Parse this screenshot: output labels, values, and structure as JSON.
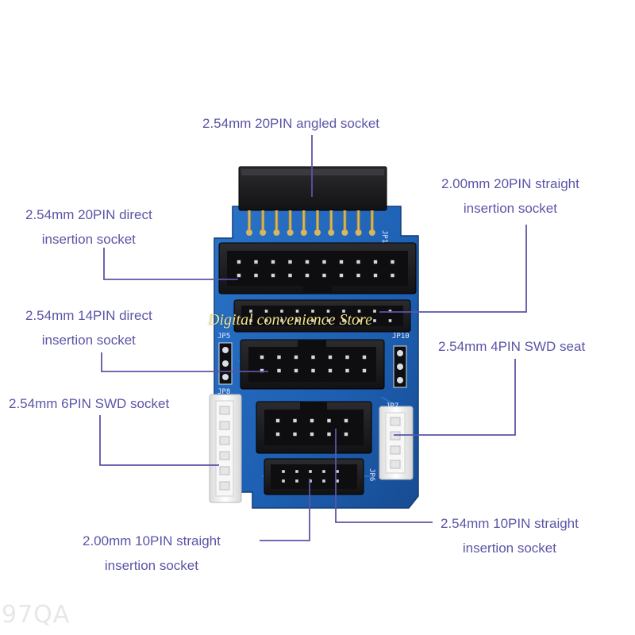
{
  "labels": {
    "angled_20pin": "2.54mm 20PIN angled socket",
    "straight_200_20pin_line1": "2.00mm 20PIN straight",
    "straight_200_20pin_line2": "insertion socket",
    "direct_254_20pin_line1": "2.54mm 20PIN direct",
    "direct_254_20pin_line2": "insertion socket",
    "direct_254_14pin_line1": "2.54mm 14PIN direct",
    "direct_254_14pin_line2": "insertion socket",
    "swd_4pin": "2.54mm 4PIN SWD seat",
    "swd_6pin": "2.54mm 6PIN SWD socket",
    "straight_254_10pin_line1": "2.54mm 10PIN straight",
    "straight_254_10pin_line2": "insertion socket",
    "straight_200_10pin_line1": "2.00mm 10PIN straight",
    "straight_200_10pin_line2": "insertion socket"
  },
  "board_silkscreen": {
    "jp1": "JP1",
    "jp5": "JP5",
    "jp6": "JP6",
    "jp7": "JP7",
    "jp8": "JP8",
    "jp10": "JP10"
  },
  "watermark": "Digital convenience Store",
  "corner_mark": "97QA",
  "colors": {
    "label_text": "#5b55a6",
    "leader_line": "#5b55a6",
    "pcb_blue": "#1f63b8",
    "connector_black": "#1b1b1d",
    "jst_white": "#f1f1f1",
    "gold_pin": "#c9a347",
    "watermark": "#f3e28a"
  }
}
